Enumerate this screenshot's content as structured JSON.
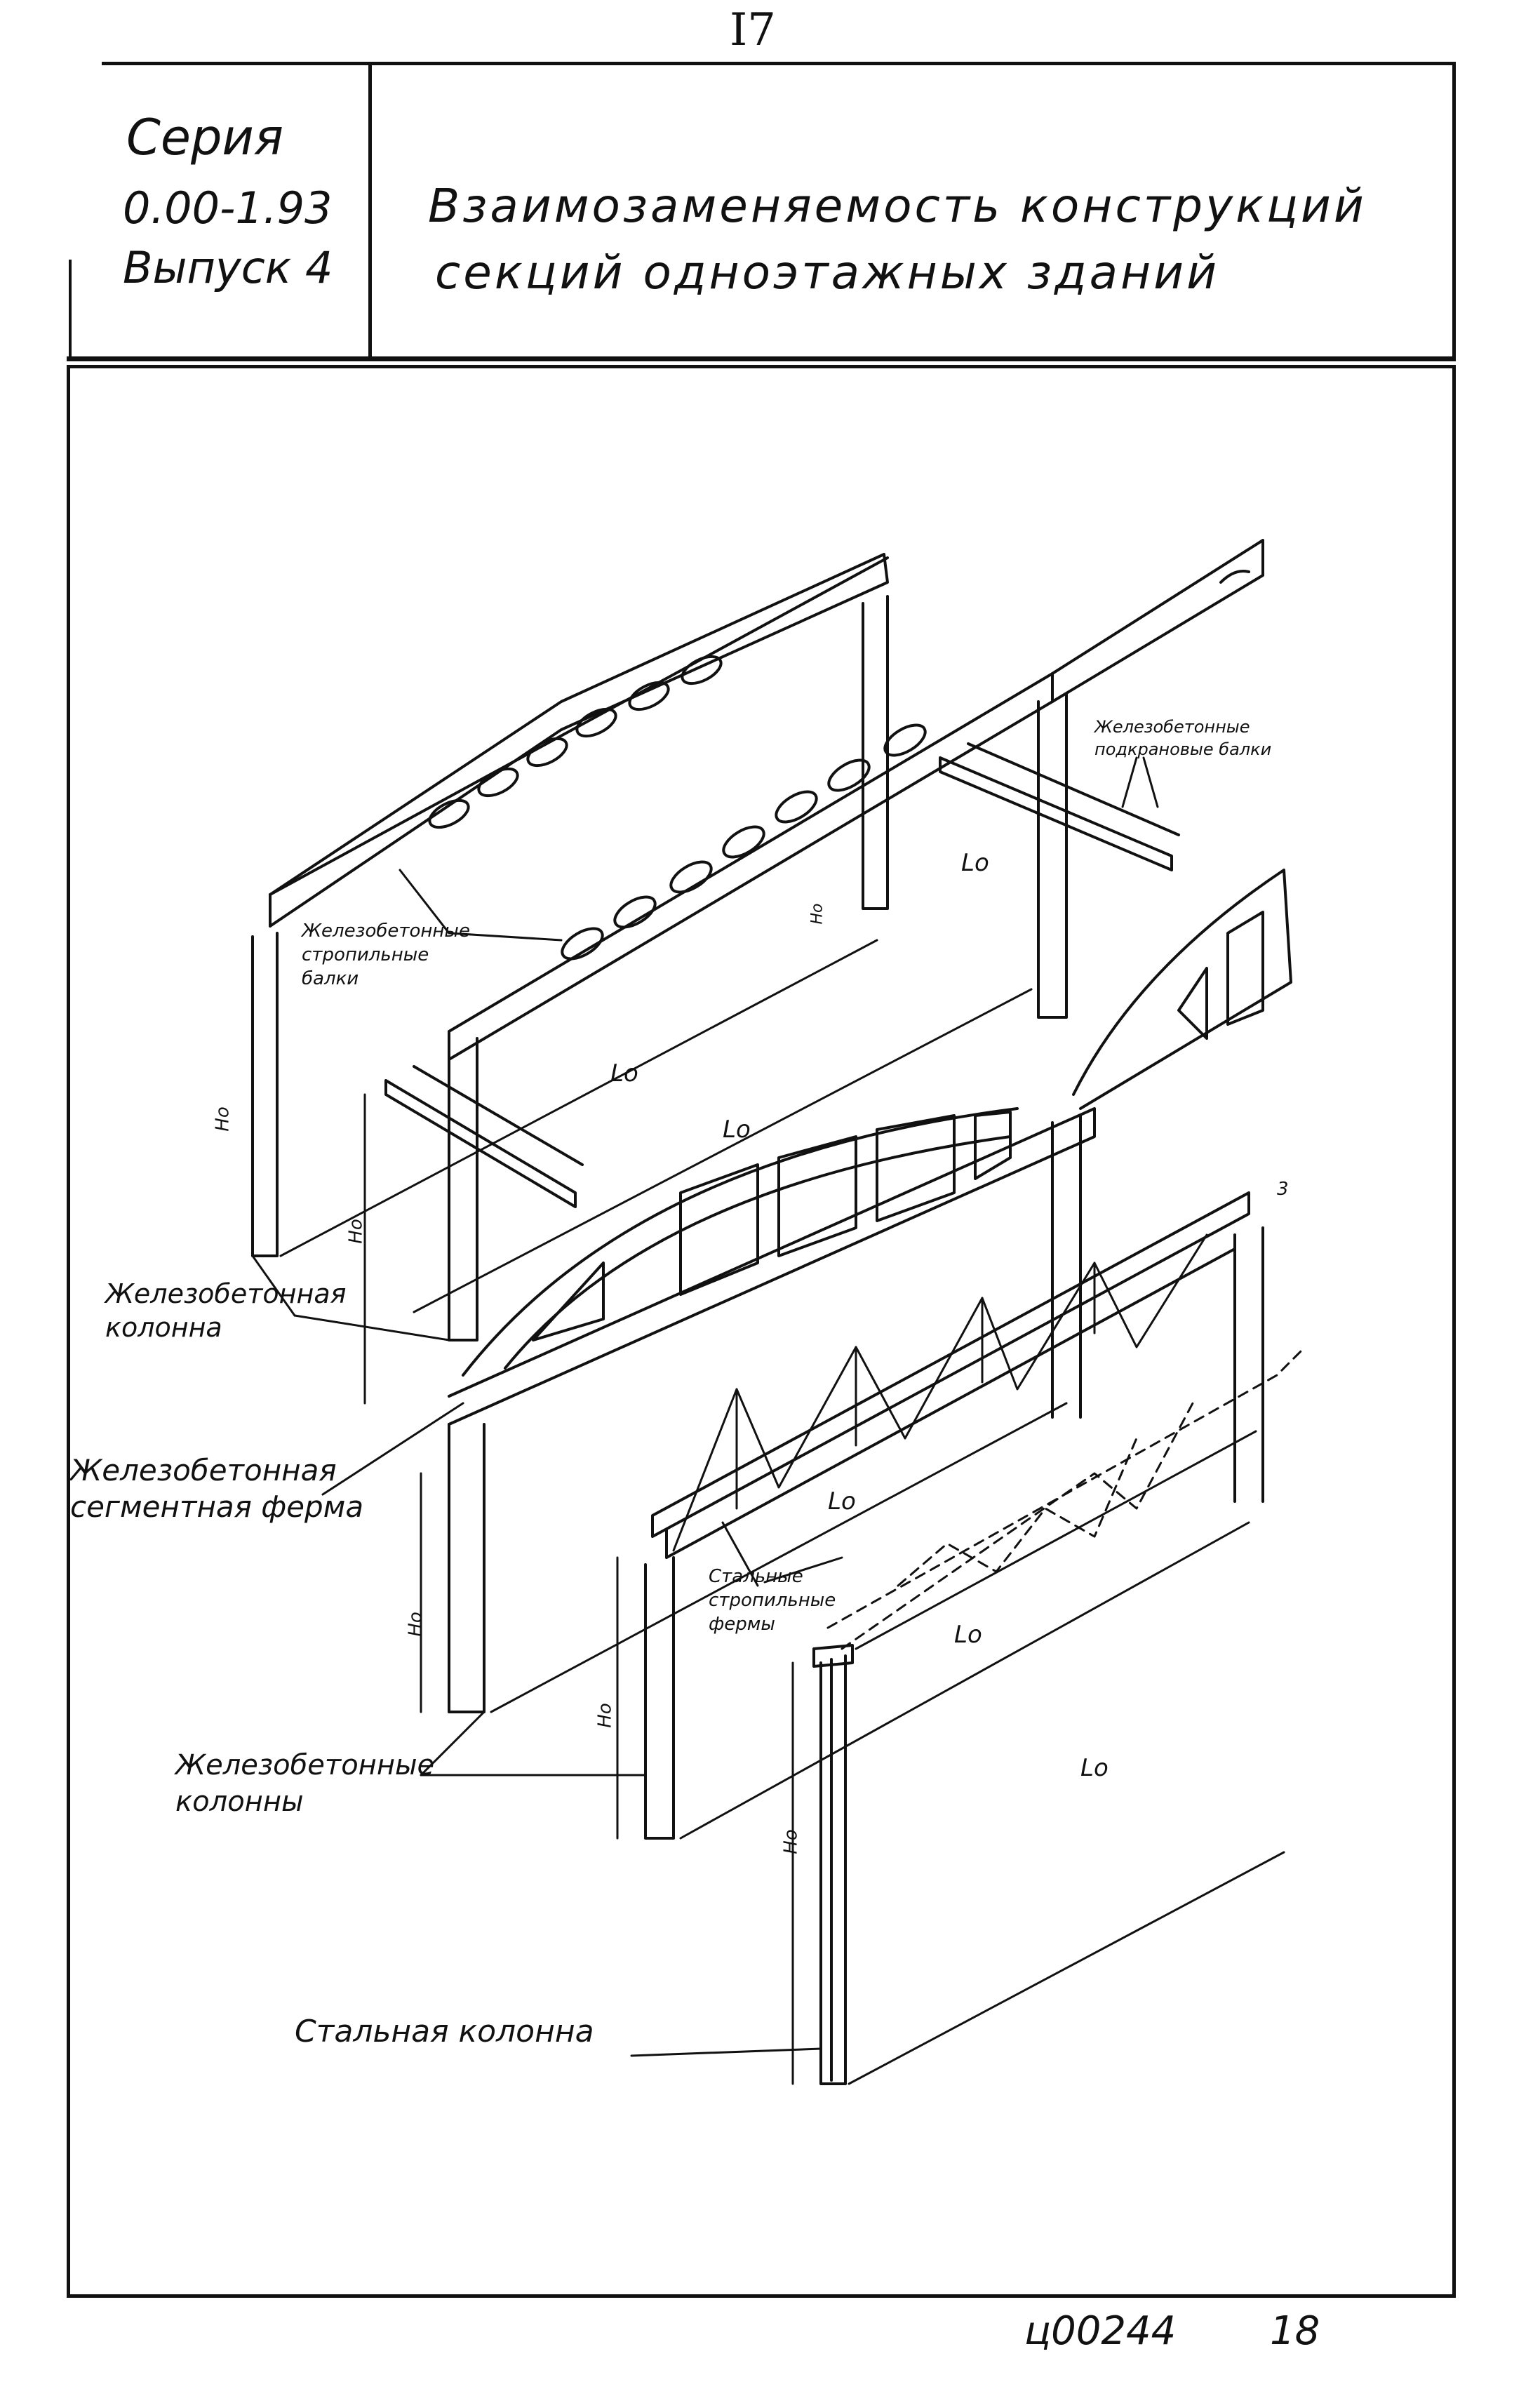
{
  "page_number": "I7",
  "title_block": {
    "series_label": "Серия",
    "series_code": "0.00-1.93",
    "issue": "Выпуск 4",
    "title_line1": "Взаимозаменяемость конструкций",
    "title_line2": "секций одноэтажных зданий"
  },
  "labels": {
    "rc_roof_beams": "Железобетонные стропильные балки",
    "rc_crane_beams": "Железобетонные подкрановые балки",
    "rc_column": "Железобетонная колонна",
    "rc_segment_truss": "Железобетонная сегментная ферма",
    "steel_trusses": "Стальные стропильные фермы",
    "rc_columns": "Железобетонные колонны",
    "steel_column": "Стальная колонна"
  },
  "dimensions": {
    "span": "Lo",
    "height": "Ho",
    "crane_height": "Ho",
    "number_3": "3"
  },
  "footer": {
    "sheet_code": "ц00244",
    "sheet_number": "18"
  }
}
